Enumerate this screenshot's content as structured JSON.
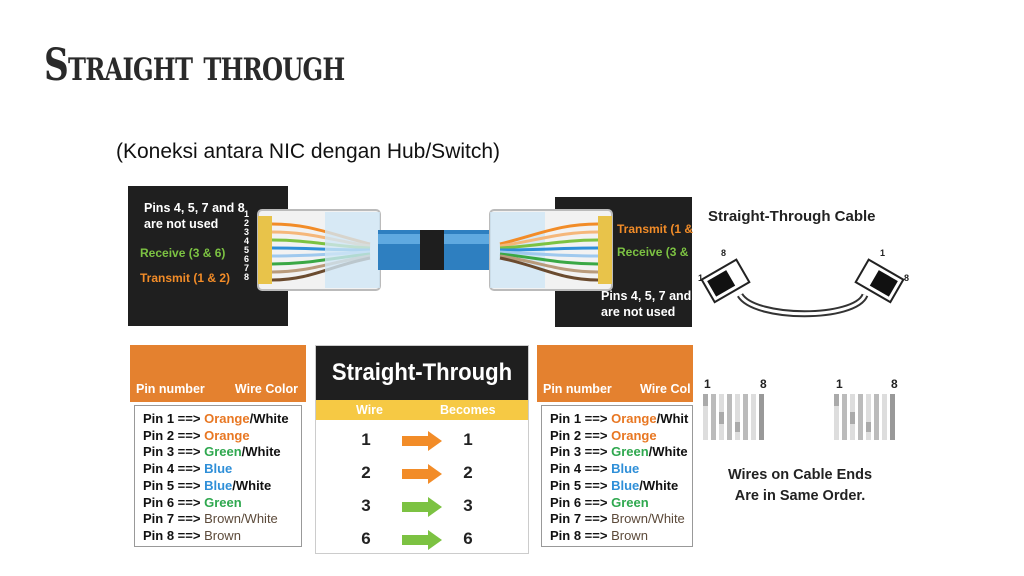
{
  "slide": {
    "title": "Straight through",
    "subtitle": "(Koneksi antara NIC dengan Hub/Switch)"
  },
  "cable_illustration": {
    "left_note_line1": "Pins 4, 5, 7 and 8",
    "left_note_line2": "are not used",
    "left_receive": "Receive (3 & 6)",
    "left_transmit": "Transmit (1 & 2)",
    "right_transmit": "Transmit (1 &",
    "right_receive": "Receive (3 &",
    "right_note_line1": "Pins 4, 5, 7 and",
    "right_note_line2": "are not used",
    "pin_digits": [
      "1",
      "2",
      "3",
      "4",
      "5",
      "6",
      "7",
      "8"
    ]
  },
  "left_table": {
    "header_pin": "Pin number",
    "header_color": "Wire Color",
    "rows": [
      {
        "prefix": "Pin 1 ==> ",
        "c1": "Orange",
        "c2": "/White"
      },
      {
        "prefix": "Pin 2 ==> ",
        "c1": "Orange",
        "c2": ""
      },
      {
        "prefix": "Pin 3 ==> ",
        "c1": "Green",
        "c2": "/White"
      },
      {
        "prefix": "Pin 4 ==> ",
        "c1": "Blue",
        "c2": ""
      },
      {
        "prefix": "Pin 5 ==> ",
        "c1": "Blue",
        "c2": "/White"
      },
      {
        "prefix": "Pin 6 ==> ",
        "c1": "Green",
        "c2": ""
      },
      {
        "prefix": "Pin 7 ==> ",
        "c1": "Brown",
        "c2": "/White"
      },
      {
        "prefix": "Pin 8 ==> ",
        "c1": "Brown",
        "c2": ""
      }
    ]
  },
  "middle_table": {
    "title": "Straight-Through",
    "col_wire": "Wire",
    "col_becomes": "Becomes",
    "rows": [
      {
        "wire": "1",
        "becomes": "1",
        "arrow": "orange"
      },
      {
        "wire": "2",
        "becomes": "2",
        "arrow": "orange"
      },
      {
        "wire": "3",
        "becomes": "3",
        "arrow": "green"
      },
      {
        "wire": "6",
        "becomes": "6",
        "arrow": "green"
      }
    ]
  },
  "right_table": {
    "header_pin": "Pin number",
    "header_color": "Wire Col",
    "rows": [
      {
        "prefix": "Pin 1 ==> ",
        "c1": "Orange",
        "c2": "/Whit"
      },
      {
        "prefix": "Pin 2 ==> ",
        "c1": "Orange",
        "c2": ""
      },
      {
        "prefix": "Pin 3 ==> ",
        "c1": "Green",
        "c2": "/White"
      },
      {
        "prefix": "Pin 4 ==> ",
        "c1": "Blue",
        "c2": ""
      },
      {
        "prefix": "Pin 5 ==> ",
        "c1": "Blue",
        "c2": "/White"
      },
      {
        "prefix": "Pin 6 ==> ",
        "c1": "Green",
        "c2": ""
      },
      {
        "prefix": "Pin 7 ==> ",
        "c1": "Brown",
        "c2": "/White"
      },
      {
        "prefix": "Pin 8 ==> ",
        "c1": "Brown",
        "c2": ""
      }
    ]
  },
  "right_panel": {
    "title": "Straight-Through Cable",
    "plug_left_top": "8",
    "plug_left_side": "1",
    "plug_right_top": "1",
    "plug_right_side": "8",
    "ends_left_a": "1",
    "ends_left_b": "8",
    "ends_right_a": "1",
    "ends_right_b": "8",
    "caption_line1": "Wires on Cable Ends",
    "caption_line2": "Are in Same Order."
  },
  "colors": {
    "orange": "#e87722",
    "green": "#2fa84f",
    "blue": "#2f8fd8",
    "brown": "#5c4a3a",
    "header_orange": "#e4812f",
    "header_yellow": "#f6c944",
    "dark": "#1f1f1f"
  }
}
